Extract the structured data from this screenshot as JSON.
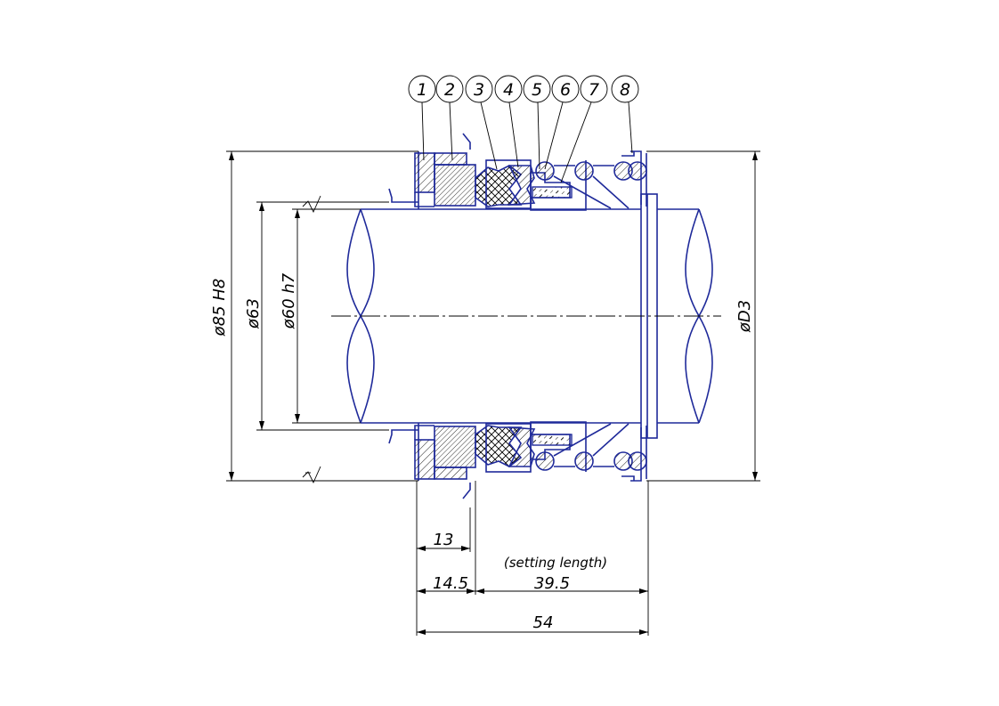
{
  "balloons": [
    "1",
    "2",
    "3",
    "4",
    "5",
    "6",
    "7",
    "8"
  ],
  "dimensions": {
    "bore_housing": "ø85 H8",
    "seal_diameter": "ø63",
    "shaft_diameter": "ø60 h7",
    "outer_diameter": "øD3",
    "length_13": "13",
    "length_14_5": "14.5",
    "setting_length_label": "(setting length)",
    "setting_length": "39.5",
    "total_length": "54"
  },
  "colors": {
    "outline": "#1f2a9a",
    "dimension": "#000000"
  }
}
